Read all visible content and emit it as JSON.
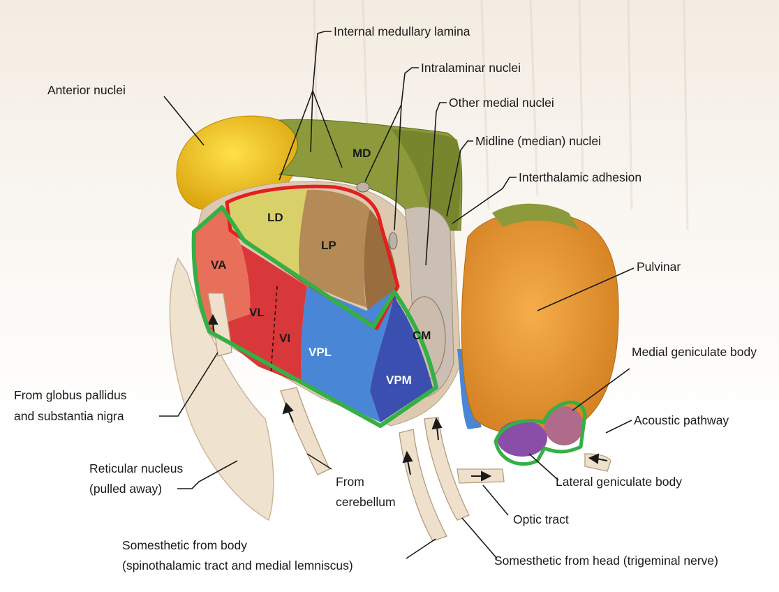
{
  "labels": {
    "internal_medullary_lamina": "Internal medullary lamina",
    "intralaminar_nuclei": "Intralaminar nuclei",
    "anterior_nuclei": "Anterior nuclei",
    "other_medial_nuclei": "Other medial nuclei",
    "midline_nuclei": "Midline (median) nuclei",
    "interthalamic_adhesion": "Interthalamic adhesion",
    "pulvinar": "Pulvinar",
    "medial_geniculate_body": "Medial geniculate body",
    "acoustic_pathway": "Acoustic pathway",
    "globus_line1": "From globus pallidus",
    "globus_line2": "and substantia nigra",
    "reticular_line1": "Reticular nucleus",
    "reticular_line2": "(pulled away)",
    "cerebellum_line1": "From",
    "cerebellum_line2": "cerebellum",
    "lateral_geniculate_body": "Lateral geniculate body",
    "optic_tract": "Optic tract",
    "somesthetic_body_line1": "Somesthetic from body",
    "somesthetic_body_line2": "(spinothalamic tract and medial lemniscus)",
    "somesthetic_head": "Somesthetic from head (trigeminal nerve)"
  },
  "nuclei": {
    "md": "MD",
    "ld": "LD",
    "lp": "LP",
    "va": "VA",
    "vl": "VL",
    "vi": "VI",
    "vpl": "VPL",
    "vpm": "VPM",
    "cm": "CM"
  },
  "colors": {
    "anterior": "#f2c414",
    "md": "#8c9a3c",
    "ld": "#d8d16a",
    "lp": "#b48a56",
    "va": "#e8705a",
    "vl": "#d9383a",
    "vpl": "#4a86d6",
    "vpm": "#3a4fb0",
    "pulvinar": "#eb9a35",
    "geniculate": "#8a4ea8",
    "outline_red": "#e41f1f",
    "outline_green": "#34b045"
  }
}
